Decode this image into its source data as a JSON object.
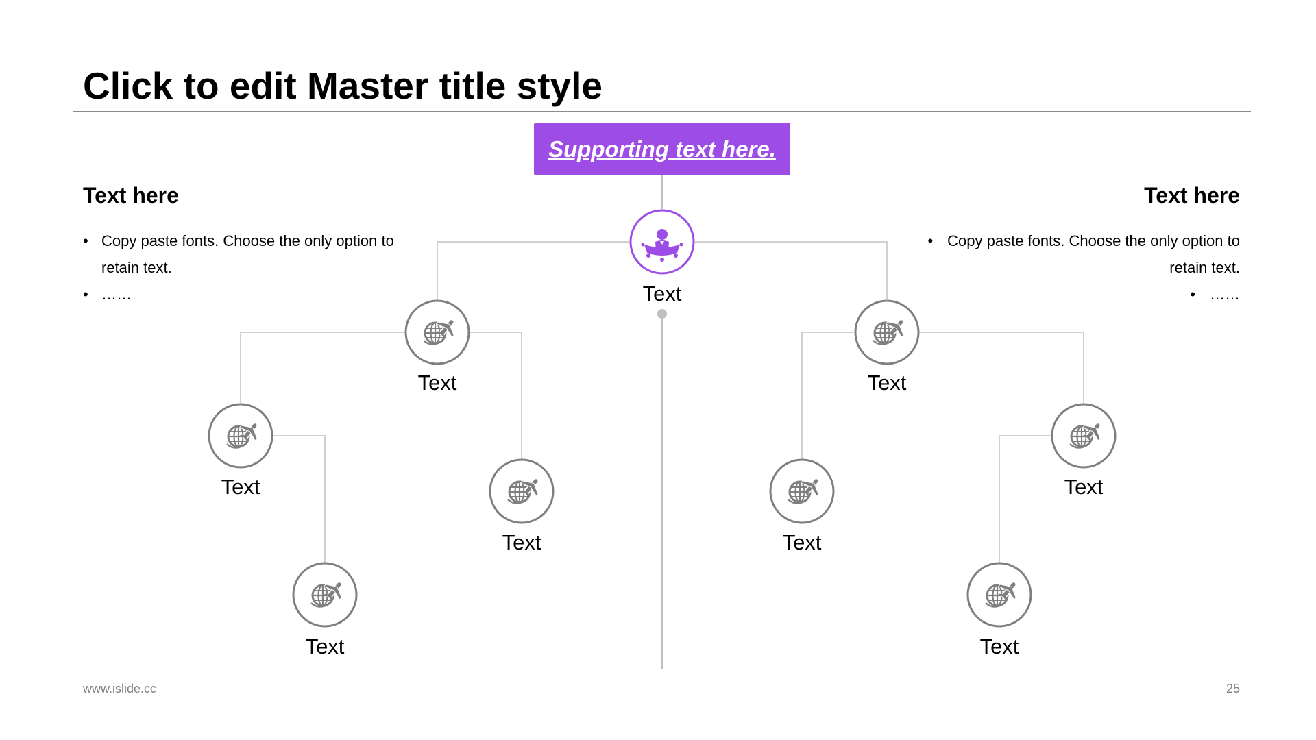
{
  "title": "Click to edit Master title style",
  "supporting_text": "Supporting text here.",
  "left_panel": {
    "heading": "Text here",
    "bullets": [
      "Copy paste fonts. Choose the only option to retain text.",
      "……"
    ]
  },
  "right_panel": {
    "heading": "Text here",
    "bullets": [
      "Copy paste fonts. Choose the only option to retain text.",
      "……"
    ]
  },
  "root_node": {
    "label": "Text",
    "icon": "leader-person-icon"
  },
  "nodes": {
    "left_branch": {
      "label": "Text",
      "icon": "globe-plane-icon"
    },
    "left_outer": {
      "label": "Text",
      "icon": "globe-plane-icon"
    },
    "left_outer_child": {
      "label": "Text",
      "icon": "globe-plane-icon"
    },
    "left_inner": {
      "label": "Text",
      "icon": "globe-plane-icon"
    },
    "right_branch": {
      "label": "Text",
      "icon": "globe-plane-icon"
    },
    "right_inner": {
      "label": "Text",
      "icon": "globe-plane-icon"
    },
    "right_outer": {
      "label": "Text",
      "icon": "globe-plane-icon"
    },
    "right_outer_child": {
      "label": "Text",
      "icon": "globe-plane-icon"
    }
  },
  "footer": {
    "url": "www.islide.cc",
    "page_number": "25"
  },
  "colors": {
    "accent": "#9d4de6",
    "node_border": "#7f7f7f",
    "icon": "#7f7f7f",
    "connector": "#d0d0d0",
    "spine": "#bfbfbf"
  }
}
